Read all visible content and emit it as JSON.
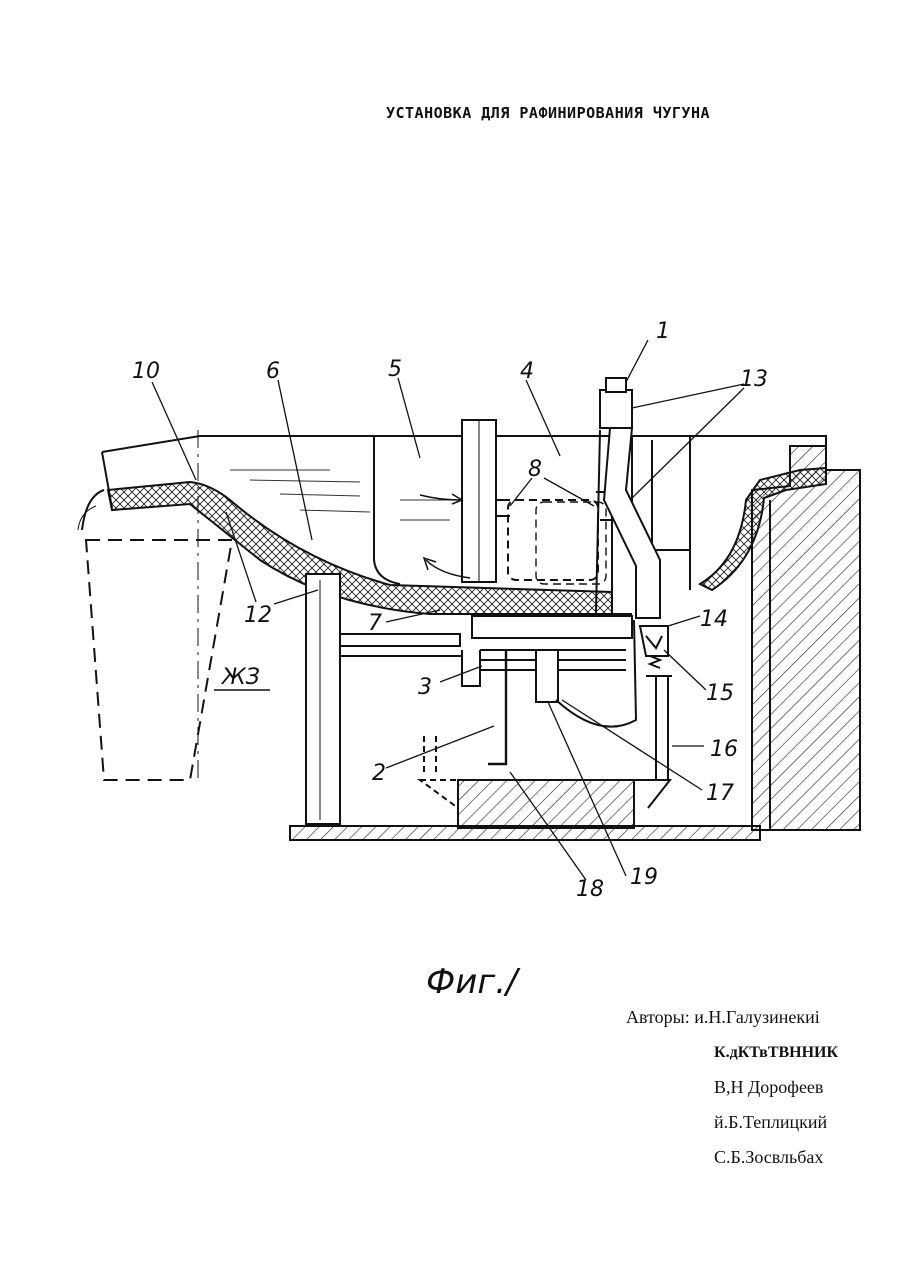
{
  "title": "УСТАНОВКА ДЛЯ РАФИНИРОВАНИЯ ЧУГУНА",
  "figure_caption": "Фиг./",
  "part_labels": [
    "1",
    "2",
    "3",
    "4",
    "5",
    "6",
    "7",
    "8",
    "10",
    "12",
    "13",
    "14",
    "15",
    "16",
    "17",
    "18",
    "19",
    "ЖЗ"
  ],
  "authors": {
    "prefix": "Авторы:",
    "names": [
      "и.Н.Галузинекиі",
      "К.дКТвТВННИК",
      "В,Н Дорофеев",
      "й.Б.Теплицкий",
      "С.Б.Зосвльбах"
    ]
  }
}
